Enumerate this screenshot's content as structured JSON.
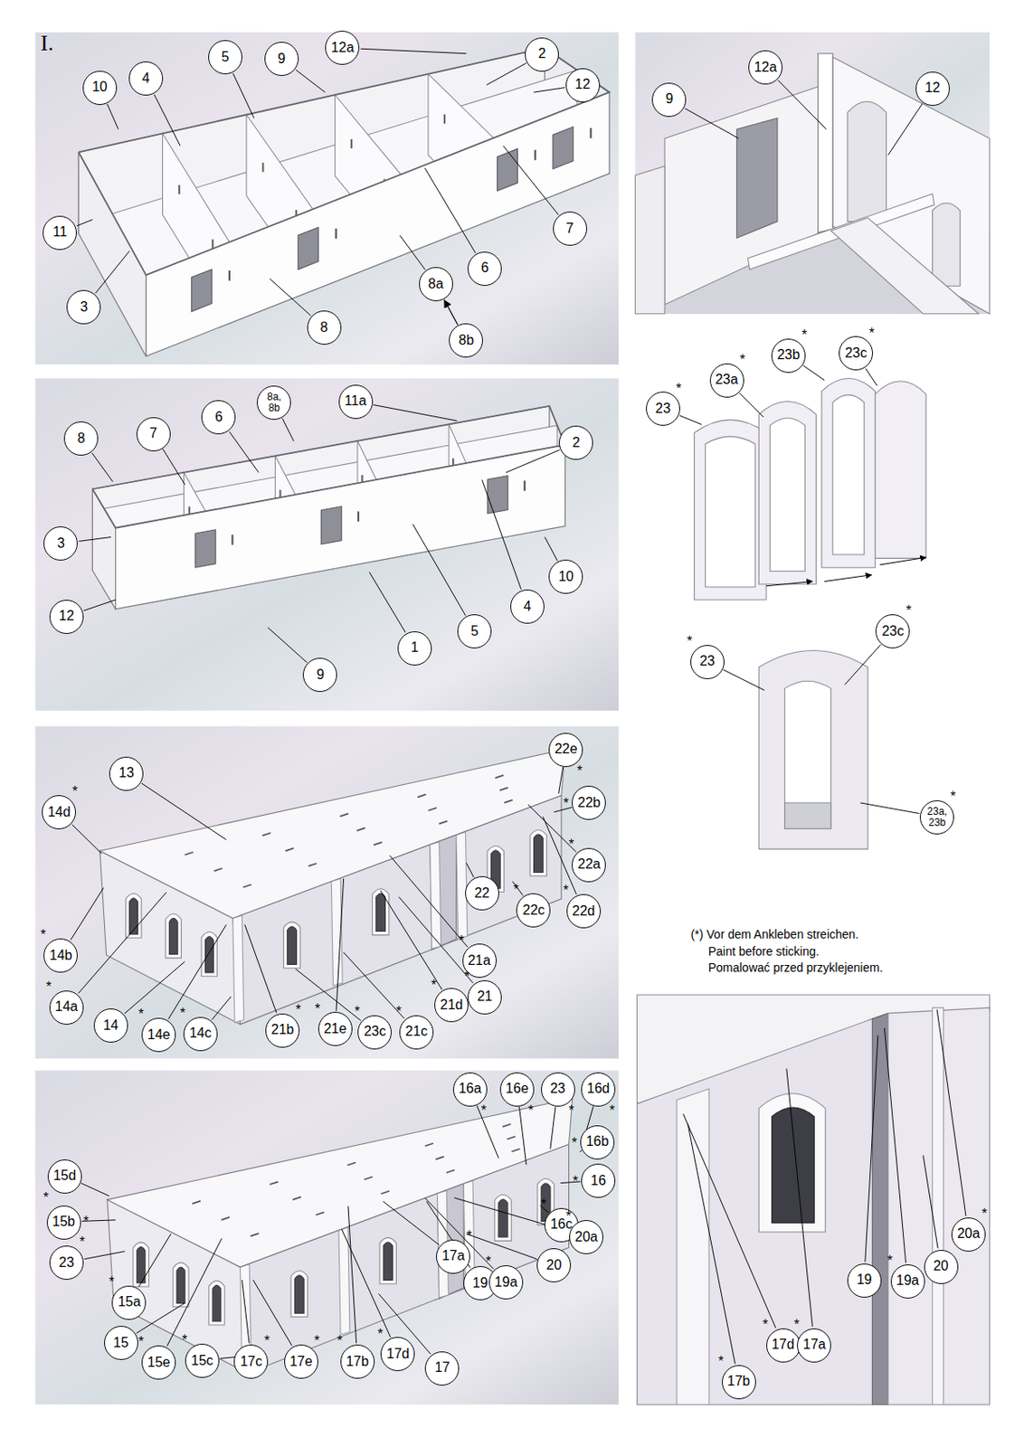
{
  "diagram": {
    "nodes": [
      {
        "text": [
          "10"
        ]
      },
      {
        "text": [
          "4"
        ]
      },
      {
        "text": [
          "5"
        ]
      },
      {
        "text": [
          "9"
        ]
      },
      {
        "text": [
          "12a"
        ]
      },
      {
        "text": [
          "2"
        ]
      },
      {
        "text": [
          "12"
        ]
      },
      {
        "text": [
          "11"
        ]
      },
      {
        "text": [
          "3"
        ]
      },
      {
        "text": [
          "8"
        ]
      },
      {
        "text": [
          "8a"
        ]
      },
      {
        "text": [
          "8b"
        ]
      },
      {
        "text": [
          "6"
        ]
      },
      {
        "text": [
          "7"
        ]
      },
      {
        "text": [
          "12a"
        ]
      },
      {
        "text": [
          "9"
        ]
      },
      {
        "text": [
          "12"
        ]
      },
      {
        "text": [
          "8"
        ]
      },
      {
        "text": [
          "7"
        ]
      },
      {
        "text": [
          "6"
        ]
      },
      {
        "text": [
          "8a, 8b"
        ]
      },
      {
        "text": [
          "11a"
        ]
      },
      {
        "text": [
          "2"
        ]
      },
      {
        "text": [
          "3"
        ]
      },
      {
        "text": [
          "10"
        ]
      },
      {
        "text": [
          "4"
        ]
      },
      {
        "text": [
          "5"
        ]
      },
      {
        "text": [
          "1"
        ]
      },
      {
        "text": [
          "12"
        ]
      },
      {
        "text": [
          "9"
        ]
      },
      {
        "text": [
          "23",
          "*"
        ]
      },
      {
        "text": [
          "23a",
          "*"
        ]
      },
      {
        "text": [
          "23b",
          "*"
        ]
      },
      {
        "text": [
          "23c",
          "*"
        ]
      },
      {
        "text": [
          "23",
          "*"
        ]
      },
      {
        "text": [
          "23c",
          "*"
        ]
      },
      {
        "text": [
          "23a, 23b",
          "*"
        ]
      },
      {
        "text": [
          "13"
        ]
      },
      {
        "text": [
          "22e",
          "*"
        ]
      },
      {
        "text": [
          "14d",
          "*"
        ]
      },
      {
        "text": [
          "22b",
          "*"
        ]
      },
      {
        "text": [
          "22a",
          "*"
        ]
      },
      {
        "text": [
          "14b",
          "*"
        ]
      },
      {
        "text": [
          "22"
        ]
      },
      {
        "text": [
          "22c",
          "*"
        ]
      },
      {
        "text": [
          "22d",
          "*"
        ]
      },
      {
        "text": [
          "21a",
          "*"
        ]
      },
      {
        "text": [
          "21",
          "*"
        ]
      },
      {
        "text": [
          "14a",
          "*"
        ]
      },
      {
        "text": [
          "14"
        ]
      },
      {
        "text": [
          "14e",
          "*"
        ]
      },
      {
        "text": [
          "14c",
          "*"
        ]
      },
      {
        "text": [
          "21b",
          "*"
        ]
      },
      {
        "text": [
          "21e",
          "*"
        ]
      },
      {
        "text": [
          "23c",
          "*"
        ]
      },
      {
        "text": [
          "21c",
          "*"
        ]
      },
      {
        "text": [
          "21d",
          "*"
        ]
      },
      {
        "text": [
          "16a",
          "*"
        ]
      },
      {
        "text": [
          "16e",
          "*"
        ]
      },
      {
        "text": [
          "23",
          "*"
        ]
      },
      {
        "text": [
          "16d",
          "*"
        ]
      },
      {
        "text": [
          "16b",
          "*"
        ]
      },
      {
        "text": [
          "15d",
          "*"
        ]
      },
      {
        "text": [
          "16",
          "*"
        ]
      },
      {
        "text": [
          "15b",
          "*"
        ]
      },
      {
        "text": [
          "23",
          "*"
        ]
      },
      {
        "text": [
          "16c",
          "*"
        ]
      },
      {
        "text": [
          "15a",
          "*"
        ]
      },
      {
        "text": [
          "20a",
          "*"
        ]
      },
      {
        "text": [
          "20"
        ]
      },
      {
        "text": [
          "19"
        ]
      },
      {
        "text": [
          "19a",
          "*"
        ]
      },
      {
        "text": [
          "17a",
          "*"
        ]
      },
      {
        "text": [
          "15"
        ]
      },
      {
        "text": [
          "15e",
          "*"
        ]
      },
      {
        "text": [
          "15c",
          "*"
        ]
      },
      {
        "text": [
          "17c",
          "*"
        ]
      },
      {
        "text": [
          "17e",
          "*"
        ]
      },
      {
        "text": [
          "17b",
          "*"
        ]
      },
      {
        "text": [
          "17d",
          "*"
        ]
      },
      {
        "text": [
          "17"
        ]
      },
      {
        "text": [
          "17b",
          "*"
        ]
      },
      {
        "text": [
          "17d",
          "*"
        ]
      },
      {
        "text": [
          "17a",
          "*"
        ]
      },
      {
        "text": [
          "19"
        ]
      },
      {
        "text": [
          "19a",
          "*"
        ]
      },
      {
        "text": [
          "20"
        ]
      },
      {
        "text": [
          "20a",
          "*"
        ]
      }
    ],
    "edges": [
      {
        "from": 11,
        "to": 10,
        "arrow": "to"
      }
    ],
    "labels": [
      "I.",
      "(*) Vor dem Ankleben streichen.",
      "Paint before sticking.",
      "Pomalować przed przyklejeniem."
    ]
  }
}
